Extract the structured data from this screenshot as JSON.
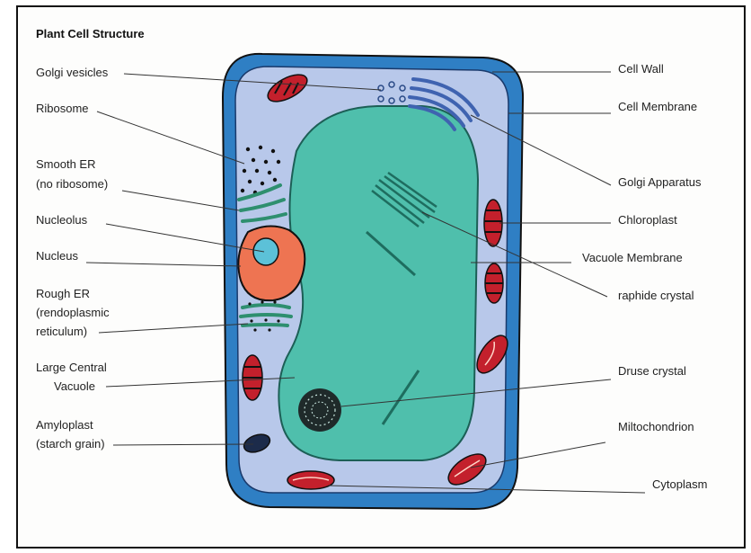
{
  "title": "Plant Cell Structure",
  "colors": {
    "cell_wall": "#2f7fc4",
    "membrane_outline": "#111111",
    "cytoplasm": "#b8c8ea",
    "vacuole": "#4fbfac",
    "nucleus": "#ee7452",
    "nucleolus": "#5cc1d8",
    "chloroplast": "#c3202c",
    "organelle_green": "#2e8f6f",
    "golgi": "#3f63b0",
    "leader_line": "#333333"
  },
  "labels_left": {
    "golgi_vesicles": "Golgi  vesicles",
    "ribosome": "Ribosome",
    "smooth_er_1": "Smooth ER",
    "smooth_er_2": "(no ribosome)",
    "nucleolus": "Nucleolus",
    "nucleus": "Nucleus",
    "rough_er_1": "Rough ER",
    "rough_er_2": "(rendoplasmic",
    "rough_er_3": "reticulum)",
    "vacuole_1": "Large Central",
    "vacuole_2": "Vacuole",
    "amyloplast_1": "Amyloplast",
    "amyloplast_2": "(starch grain)"
  },
  "labels_right": {
    "cell_wall": "Cell Wall",
    "cell_membrane": "Cell Membrane",
    "golgi_apparatus": "Golgi Apparatus",
    "chloroplast": "Chloroplast",
    "vacuole_membrane": "Vacuole Membrane",
    "raphide": "raphide crystal",
    "druse": "Druse crystal",
    "mitochondrion": "Miltochondrion",
    "cytoplasm": "Cytoplasm"
  }
}
